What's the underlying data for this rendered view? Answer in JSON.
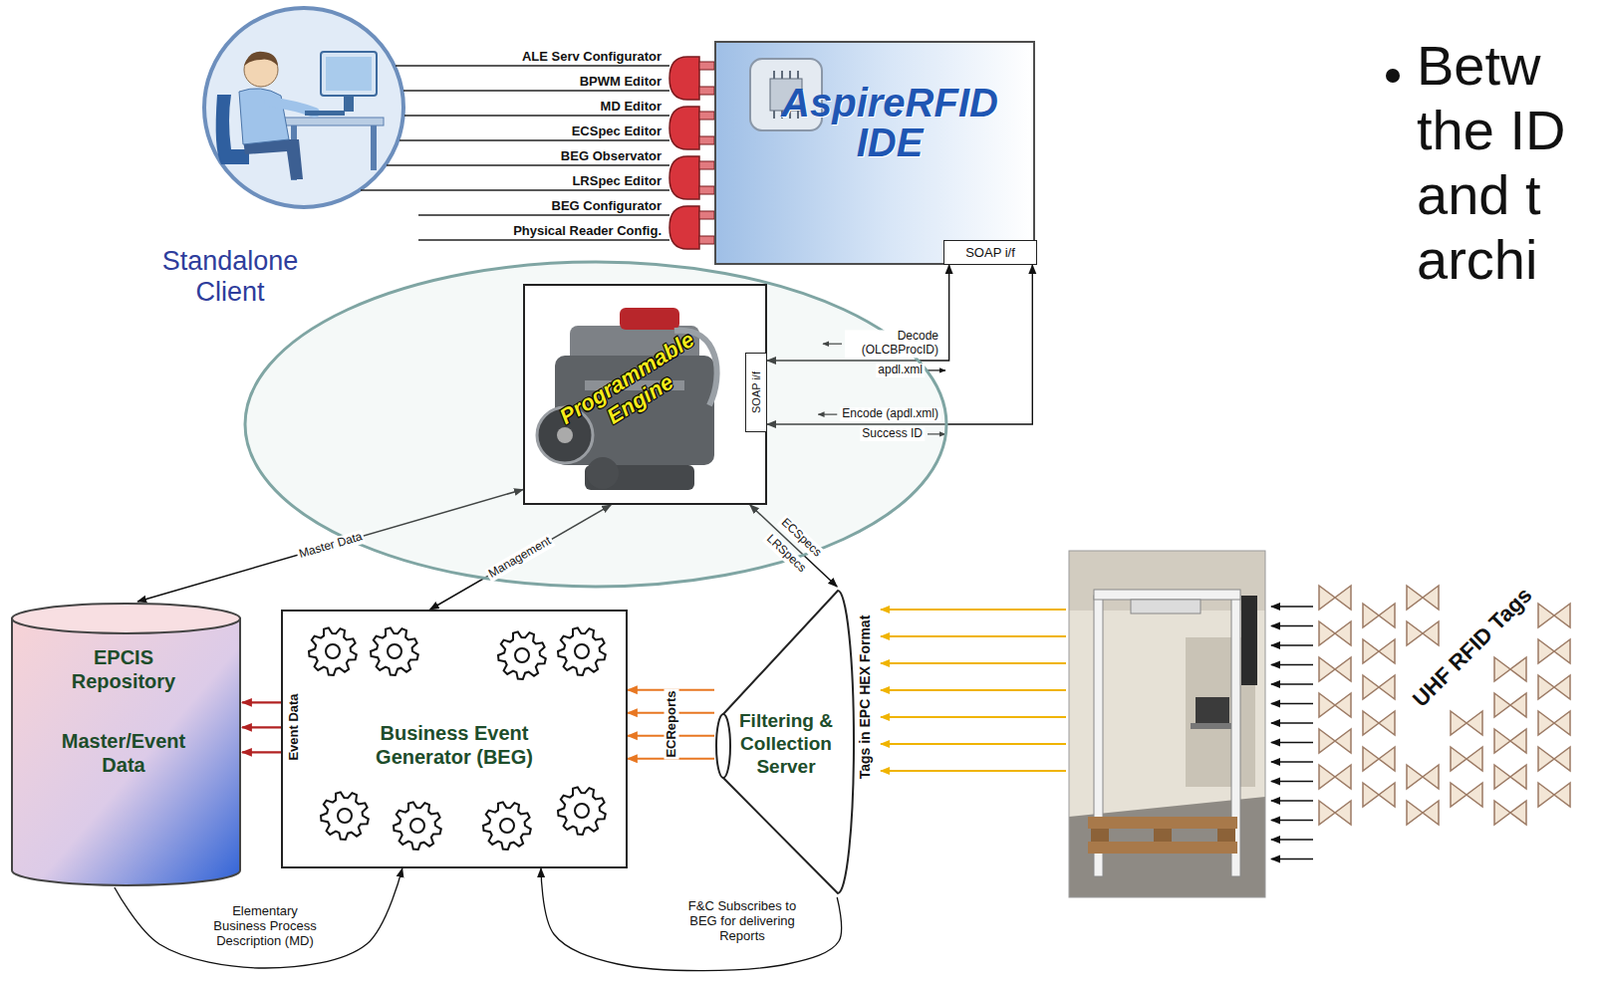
{
  "diagram": {
    "nodes": [
      {
        "text": [
          "AspireRFID IDE"
        ]
      },
      {
        "text": [
          "SOAP i/f"
        ],
        "in": 0
      },
      {
        "text": [
          "Standalone Client"
        ]
      },
      {
        "text": [
          "Programmable Engine"
        ],
        "in": 2
      },
      {
        "text": [
          "SOAP i/f"
        ],
        "in": 3
      },
      {
        "text": [
          "EPCIS Repository",
          "Master/Event Data"
        ]
      },
      {
        "text": [
          "Business Event Generator (BEG)"
        ]
      },
      {
        "text": [
          "Filtering & Collection Server"
        ]
      }
    ],
    "edges": [
      {
        "from": 4,
        "to": 1,
        "arrow": "both",
        "label": "Decode (OLCBProcID)"
      },
      {
        "from": 4,
        "to": 1,
        "arrow": "both",
        "label": "Encode (apdl.xml)"
      },
      {
        "from": 3,
        "to": 5,
        "arrow": "both",
        "label": "Master Data"
      },
      {
        "from": 3,
        "to": 6,
        "arrow": "both",
        "label": "Management"
      },
      {
        "from": 3,
        "to": 7,
        "arrow": "both",
        "label": "ECSpecs"
      },
      {
        "from": 6,
        "to": 5,
        "arrow": "to",
        "label": "Event Data"
      },
      {
        "from": 7,
        "to": 6,
        "arrow": "to",
        "label": "ECReports"
      },
      {
        "from": 5,
        "to": 6,
        "arrow": "to",
        "label": "Elementary Business Process Description (MD)"
      },
      {
        "from": 7,
        "to": 6,
        "arrow": "to",
        "label": "F&C Subscribes to BEG for delivering Reports"
      }
    ],
    "labels": [
      "ALE Serv Configurator",
      "BPWM Editor",
      "MD Editor",
      "ECSpec Editor",
      "BEG Observator",
      "LRSpec Editor",
      "BEG Configurator",
      "Physical Reader Config.",
      "apdl.xml",
      "Success ID",
      "LRSpecs",
      "Tags in EPC HEX Format",
      "UHF RFID Tags",
      "Betw",
      "the ID",
      "and t",
      "archi"
    ]
  }
}
